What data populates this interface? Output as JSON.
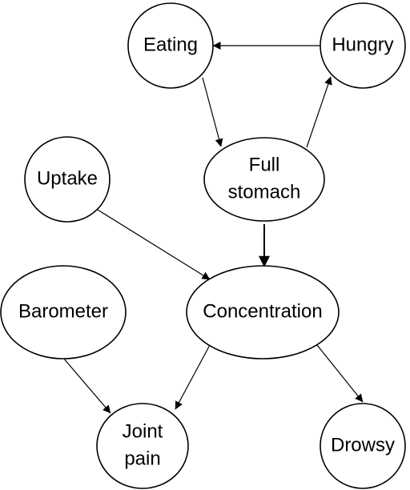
{
  "diagram": {
    "nodes": [
      {
        "id": "eating",
        "label_lines": [
          "Eating"
        ]
      },
      {
        "id": "hungry",
        "label_lines": [
          "Hungry"
        ]
      },
      {
        "id": "full_stomach",
        "label_lines": [
          "Full",
          "stomach"
        ]
      },
      {
        "id": "uptake",
        "label_lines": [
          "Uptake"
        ]
      },
      {
        "id": "concentration",
        "label_lines": [
          "Concentration"
        ]
      },
      {
        "id": "barometer",
        "label_lines": [
          "Barometer"
        ]
      },
      {
        "id": "joint_pain",
        "label_lines": [
          "Joint",
          "pain"
        ]
      },
      {
        "id": "drowsy",
        "label_lines": [
          "Drowsy"
        ]
      }
    ],
    "edges": [
      {
        "from": "hungry",
        "to": "eating"
      },
      {
        "from": "eating",
        "to": "full_stomach"
      },
      {
        "from": "full_stomach",
        "to": "hungry"
      },
      {
        "from": "full_stomach",
        "to": "concentration"
      },
      {
        "from": "uptake",
        "to": "concentration"
      },
      {
        "from": "barometer",
        "to": "joint_pain"
      },
      {
        "from": "concentration",
        "to": "joint_pain"
      },
      {
        "from": "concentration",
        "to": "drowsy"
      }
    ]
  }
}
